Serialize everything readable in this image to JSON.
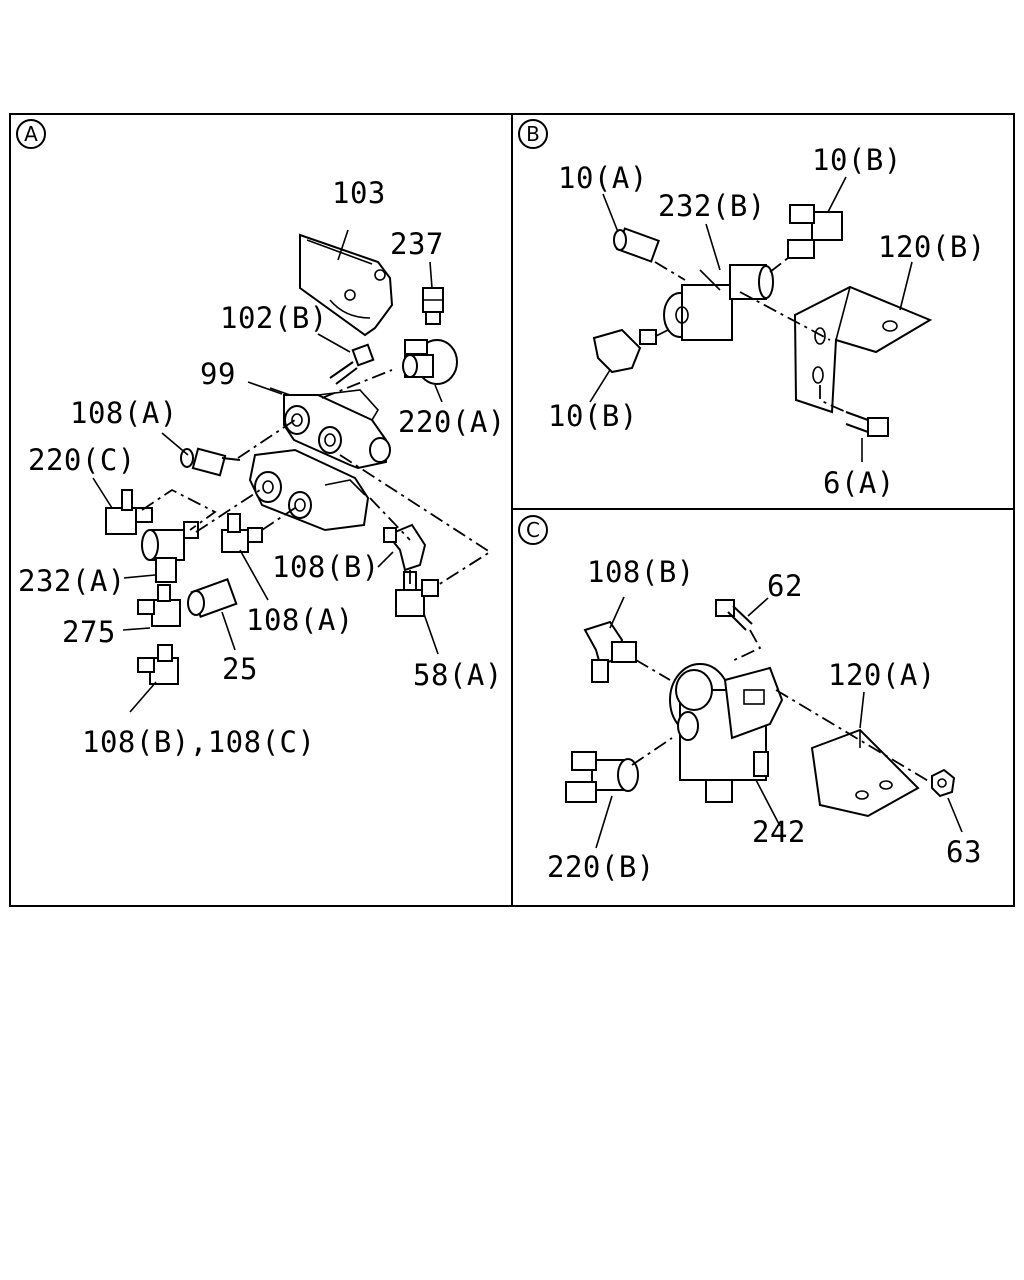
{
  "sections": {
    "A": {
      "letter": "A",
      "labels": {
        "p103": "103",
        "p237": "237",
        "p102b": "102(B)",
        "p99": "99",
        "p220a": "220(A)",
        "p108a_top": "108(A)",
        "p220c": "220(C)",
        "p232a": "232(A)",
        "p275": "275",
        "p25": "25",
        "p108a_mid": "108(A)",
        "p108b": "108(B)",
        "p58a": "58(A)",
        "p108bc": "108(B),108(C)"
      }
    },
    "B": {
      "letter": "B",
      "labels": {
        "p10a": "10(A)",
        "p232b": "232(B)",
        "p10b_top": "10(B)",
        "p120b": "120(B)",
        "p10b_left": "10(B)",
        "p6a": "6(A)"
      }
    },
    "C": {
      "letter": "C",
      "labels": {
        "p108b": "108(B)",
        "p62": "62",
        "p120a": "120(A)",
        "p242": "242",
        "p220b": "220(B)",
        "p63": "63"
      }
    }
  }
}
